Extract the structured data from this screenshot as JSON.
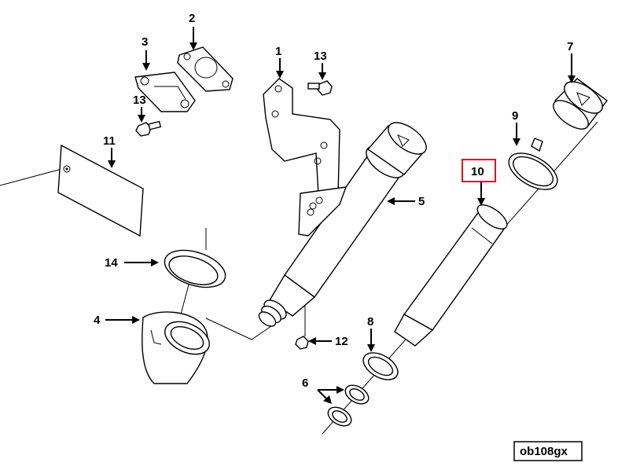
{
  "callouts": {
    "c1": "1",
    "c2": "2",
    "c3": "3",
    "c4": "4",
    "c5": "5",
    "c6": "6",
    "c7": "7",
    "c8": "8",
    "c9": "9",
    "c10": "10",
    "c11": "11",
    "c12": "12",
    "c13a": "13",
    "c13b": "13",
    "c14": "14"
  },
  "highlight_color": "#e8000d",
  "figure_code": "ob108gx"
}
